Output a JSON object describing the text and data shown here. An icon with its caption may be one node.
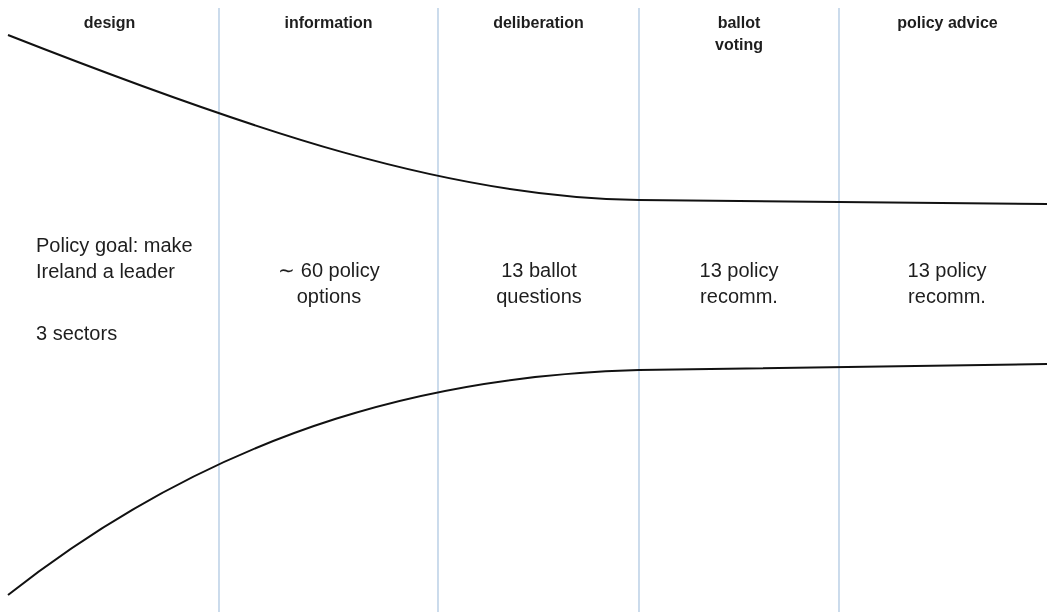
{
  "diagram": {
    "labels": [
      "design",
      "information",
      "deliberation",
      "ballot voting",
      "policy advice",
      "Policy goal: make Ireland a leader",
      "∼ 60 policy options",
      "13 ballot questions",
      "13 policy recomm.",
      "13 policy recomm.",
      "3 sectors"
    ]
  }
}
